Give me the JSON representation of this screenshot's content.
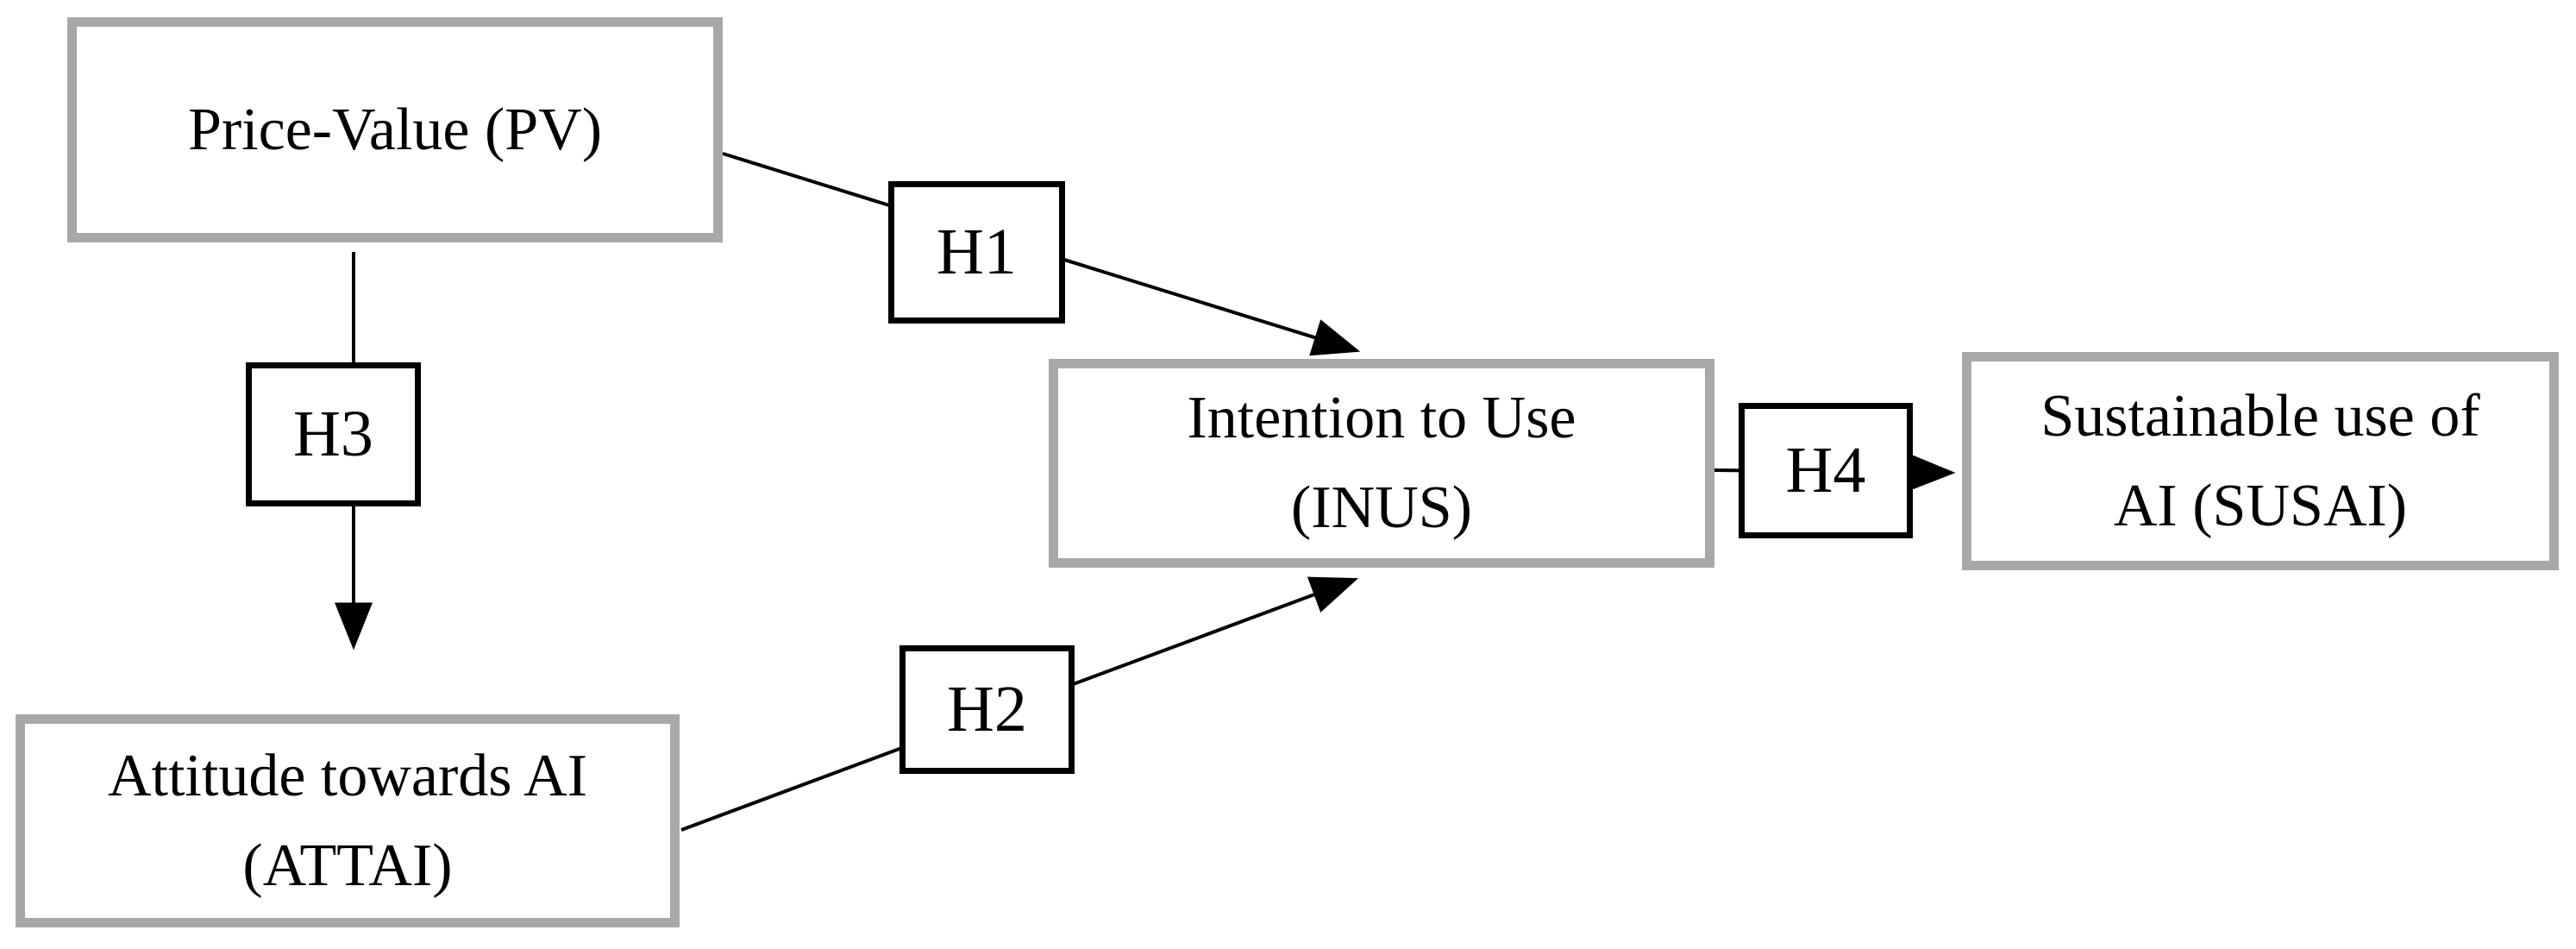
{
  "diagram": {
    "colors": {
      "node_border": "#a8a8a8",
      "label_border": "#000000",
      "line": "#000000",
      "background": "#ffffff",
      "text": "#000000"
    },
    "nodes": {
      "pv": {
        "lines": [
          "Price-Value (PV)",
          ""
        ]
      },
      "attai": {
        "lines": [
          "Attitude towards AI",
          "(ATTAI)"
        ]
      },
      "inus": {
        "lines": [
          "Intention to Use",
          "(INUS)"
        ]
      },
      "susai": {
        "lines": [
          "Sustainable use of",
          "AI (SUSAI)"
        ]
      }
    },
    "hypotheses": {
      "h1": "H1",
      "h2": "H2",
      "h3": "H3",
      "h4": "H4"
    },
    "edges": [
      {
        "from": "Price-Value (PV)",
        "to": "Intention to Use (INUS)",
        "label": "H1"
      },
      {
        "from": "Attitude towards AI (ATTAI)",
        "to": "Intention to Use (INUS)",
        "label": "H2"
      },
      {
        "from": "Price-Value (PV)",
        "to": "Attitude towards AI (ATTAI)",
        "label": "H3"
      },
      {
        "from": "Intention to Use (INUS)",
        "to": "Sustainable use of AI (SUSAI)",
        "label": "H4"
      }
    ]
  }
}
